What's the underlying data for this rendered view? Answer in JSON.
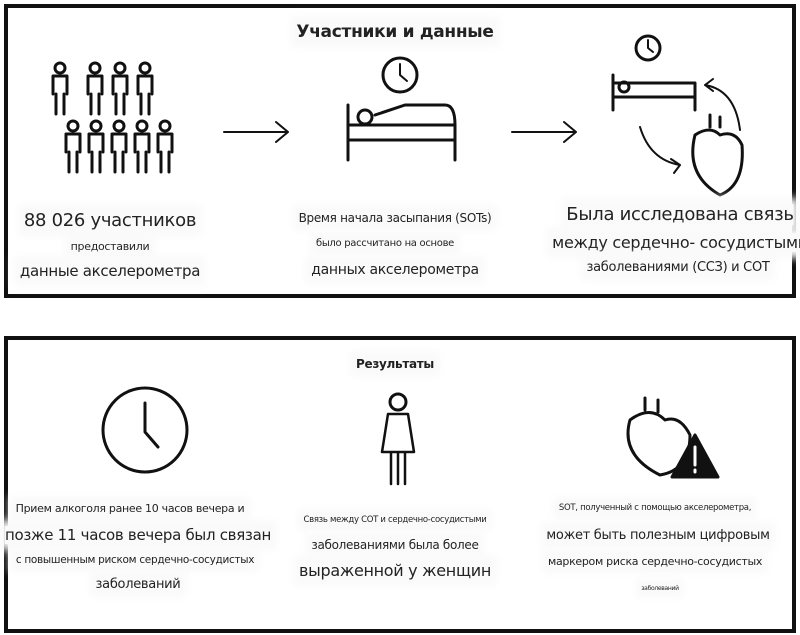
{
  "participants": {
    "title": "Участники и данные",
    "col1": {
      "line1": "88 026 участников",
      "line2": "предоставили",
      "line3": "данные  акселерометра",
      "icon": "people-group-icon"
    },
    "col2": {
      "line1": "Время начала засыпания (SOTs)",
      "line2": "было рассчитано на основе",
      "line3": "данных акселерометра",
      "icon": "bed-clock-icon"
    },
    "col3": {
      "line1": "Была исследована связь",
      "line2": "между сердечно- сосудистыми",
      "line3": "заболеваниями (ССЗ) и СОТ",
      "icon": "bed-heart-cycle-icon"
    }
  },
  "results": {
    "title": "Результаты",
    "col1": {
      "line1": "Прием алкоголя ранее 10 часов вечера и",
      "line2": "позже 11 часов вечера был связан",
      "line3": "с  повышенным  риском  сердечно-сосудистых",
      "line4": "заболеваний",
      "icon": "clock-icon"
    },
    "col2": {
      "line1": "Связь  между  СОТ  и  сердечно-сосудистыми",
      "line2": "заболеваниями была более",
      "line3": "выраженной у женщин",
      "icon": "woman-icon"
    },
    "col3": {
      "line1": "SOT,  полученный  с  помощью  акселерометра,",
      "line2": "может  быть  полезным  цифровым",
      "line3": "маркером  риска  сердечно-сосудистых",
      "line4": "заболеваний",
      "icon": "heart-warning-icon"
    }
  }
}
